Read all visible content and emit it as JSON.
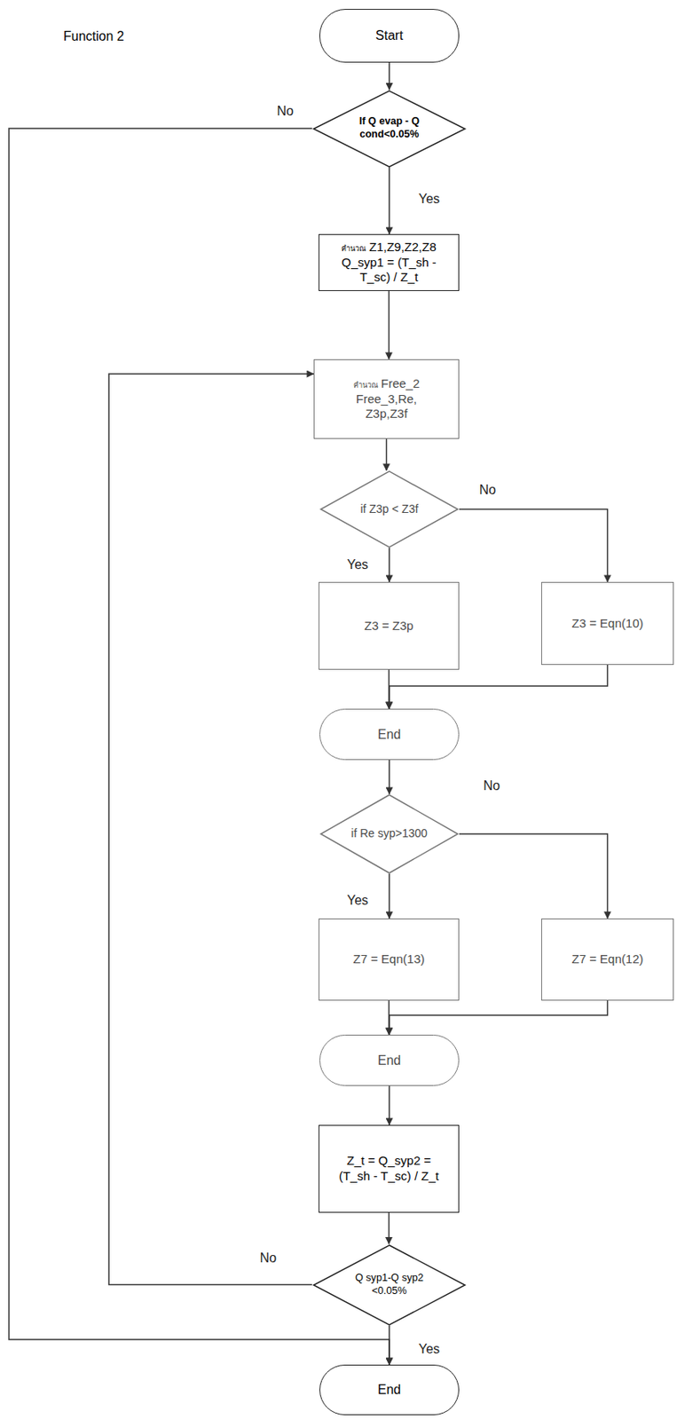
{
  "diagram": {
    "nodes": [
      {
        "text": [
          "Start"
        ]
      },
      {
        "text": [
          "If Q evap - Q cond<0.05%"
        ]
      },
      {
        "text": [
          "คำนวณ",
          "Z1,Z9,Z2,Z8 Q_syp1 = (T_sh - T_sc) / Z_t"
        ]
      },
      {
        "text": [
          "คำนวณ",
          "Free_2 Free_3,Re, Z3p,Z3f"
        ]
      },
      {
        "text": [
          "if Z3p < Z3f"
        ]
      },
      {
        "text": [
          "Z3 = Z3p"
        ]
      },
      {
        "text": [
          "Z3 = Eqn(10)"
        ]
      },
      {
        "text": [
          "End"
        ]
      },
      {
        "text": [
          "if Re syp>1300"
        ]
      },
      {
        "text": [
          "Z7 = Eqn(13)"
        ]
      },
      {
        "text": [
          "Z7 = Eqn(12)"
        ]
      },
      {
        "text": [
          "End"
        ]
      },
      {
        "text": [
          "Z_t = Q_syp2 = (T_sh - T_sc) / Z_t"
        ]
      },
      {
        "text": [
          "Q syp1-Q syp2 <0.05%"
        ]
      },
      {
        "text": [
          "End"
        ]
      }
    ],
    "edges": [
      {
        "from": 0,
        "to": 1,
        "arrow": "to"
      },
      {
        "from": 1,
        "to": 2,
        "label": "Yes",
        "arrow": "to"
      },
      {
        "from": 1,
        "to": 14,
        "label": "No",
        "arrow": "to"
      },
      {
        "from": 2,
        "to": 3,
        "arrow": "to"
      },
      {
        "from": 3,
        "to": 4,
        "arrow": "to"
      },
      {
        "from": 4,
        "to": 5,
        "label": "Yes",
        "arrow": "to"
      },
      {
        "from": 4,
        "to": 6,
        "label": "No",
        "arrow": "to"
      },
      {
        "from": 5,
        "to": 7,
        "arrow": "to"
      },
      {
        "from": 6,
        "to": 7,
        "arrow": "to"
      },
      {
        "from": 7,
        "to": 8,
        "arrow": "to"
      },
      {
        "from": 8,
        "to": 9,
        "label": "Yes",
        "arrow": "to"
      },
      {
        "from": 8,
        "to": 10,
        "label": "No",
        "arrow": "to"
      },
      {
        "from": 9,
        "to": 11,
        "arrow": "to"
      },
      {
        "from": 10,
        "to": 11,
        "arrow": "to"
      },
      {
        "from": 11,
        "to": 12,
        "arrow": "to"
      },
      {
        "from": 12,
        "to": 13,
        "arrow": "to"
      },
      {
        "from": 13,
        "to": 14,
        "label": "Yes",
        "arrow": "to"
      },
      {
        "from": 13,
        "to": 3,
        "label": "No",
        "arrow": "to"
      }
    ],
    "labels": [
      "Function 2"
    ]
  }
}
